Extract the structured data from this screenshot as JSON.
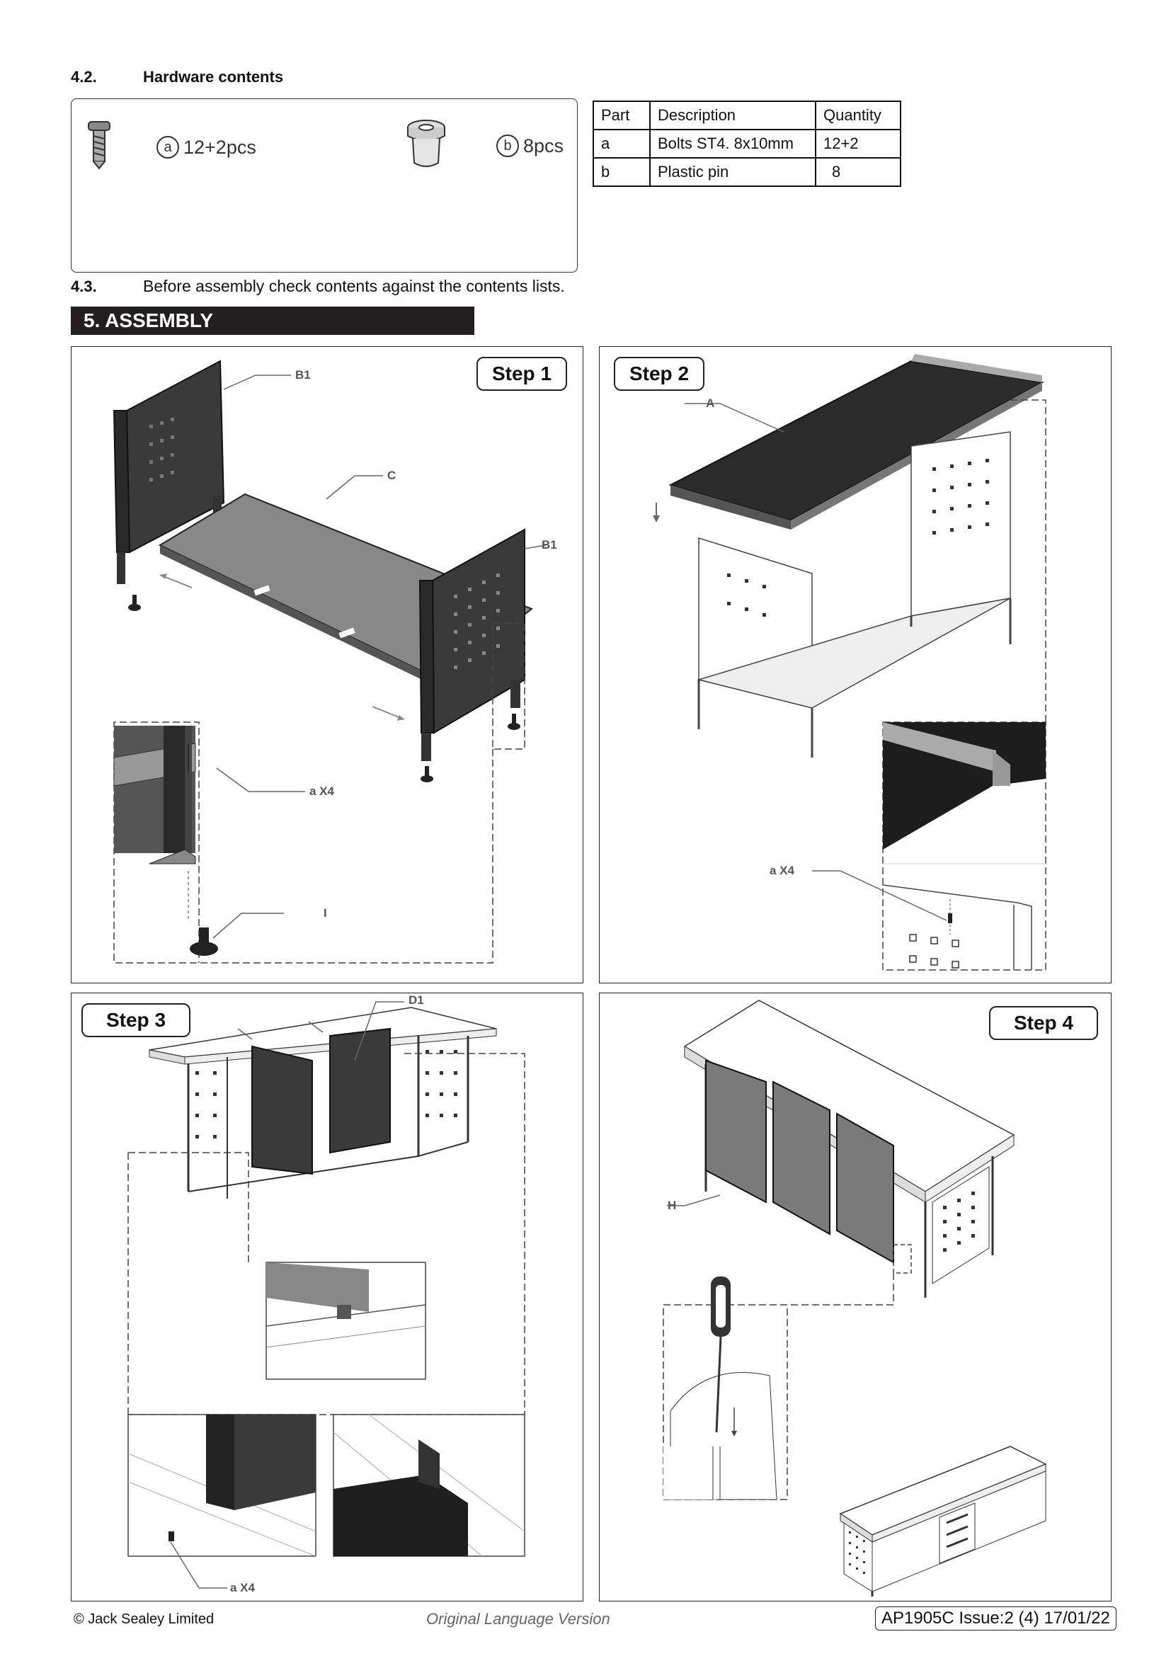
{
  "hardware": {
    "section_number": "4.2.",
    "section_title": "Hardware contents",
    "box": {
      "a_letter": "a",
      "a_qty": "12+2pcs",
      "b_letter": "b",
      "b_qty": "8pcs"
    },
    "table": {
      "headers": [
        "Part",
        "Description",
        "Quantity"
      ],
      "rows": [
        [
          "a",
          "Bolts ST4. 8x10mm",
          "12+2"
        ],
        [
          "b",
          "Plastic pin",
          "8"
        ]
      ]
    }
  },
  "check": {
    "section_number": "4.3.",
    "text": "Before assembly check contents against the contents lists."
  },
  "assembly": {
    "banner": "5.   ASSEMBLY"
  },
  "steps": {
    "step1": {
      "label": "Step 1",
      "callouts": [
        "B1",
        "C",
        "B1",
        "a X4",
        "I"
      ]
    },
    "step2": {
      "label": "Step 2",
      "callouts": [
        "A",
        "a X4"
      ]
    },
    "step3": {
      "label": "Step 3",
      "callouts": [
        "D1",
        "a X4"
      ]
    },
    "step4": {
      "label": "Step 4",
      "callouts": [
        "H"
      ]
    }
  },
  "footer": {
    "left": "© Jack Sealey Limited",
    "center": "Original Language Version",
    "right": "AP1905C  Issue:2 (4) 17/01/22"
  }
}
